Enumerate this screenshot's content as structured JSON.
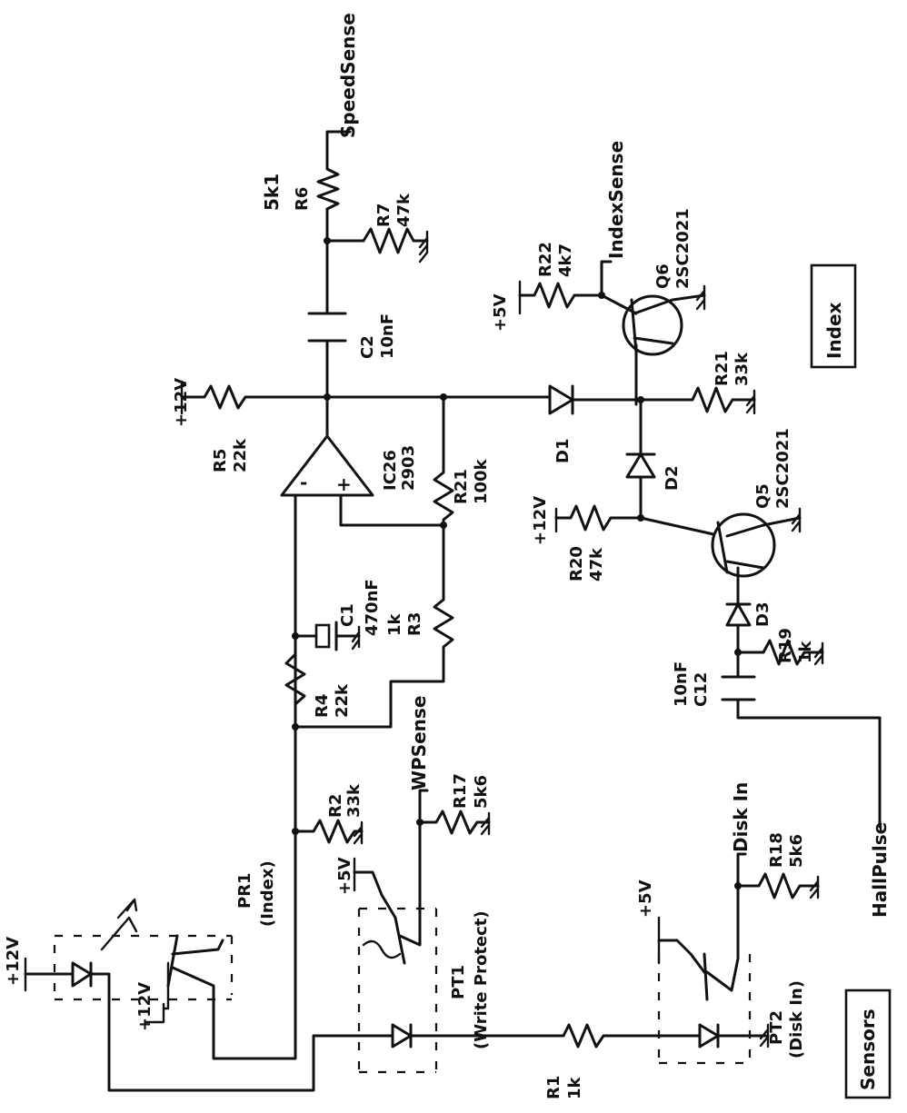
{
  "signals": {
    "speed_sense": "SpeedSense",
    "index_sense": "IndexSense",
    "wp_sense": "WPSense",
    "disk_in": "Disk In",
    "hall_pulse": "HallPulse"
  },
  "boxes": {
    "index": "Index",
    "sensors": "Sensors"
  },
  "power": {
    "v12": "+12V",
    "v5": "+5V"
  },
  "components": {
    "r6": {
      "name": "R6",
      "value": "5k1"
    },
    "r7": {
      "name": "R7",
      "value": "47k"
    },
    "c2": {
      "name": "C2",
      "value": "10nF"
    },
    "r5": {
      "name": "R5",
      "value": "22k"
    },
    "ic": {
      "name": "IC26",
      "value": "2903"
    },
    "r21a": {
      "name": "R21",
      "value": "100k"
    },
    "r3": {
      "name": "R3",
      "value": "1k"
    },
    "c1": {
      "name": "C1",
      "value": "470nF"
    },
    "r4": {
      "name": "R4",
      "value": "22k"
    },
    "r2": {
      "name": "R2",
      "value": "33k"
    },
    "r17": {
      "name": "R17",
      "value": "5k6"
    },
    "r22": {
      "name": "R22",
      "value": "4k7"
    },
    "q6": {
      "name": "Q6",
      "value": "2SC2021"
    },
    "r21b": {
      "name": "R21",
      "value": "33k"
    },
    "d1": {
      "name": "D1"
    },
    "d2": {
      "name": "D2"
    },
    "d3": {
      "name": "D3"
    },
    "r20": {
      "name": "R20",
      "value": "47k"
    },
    "q5": {
      "name": "Q5",
      "value": "2SC2021"
    },
    "r19": {
      "name": "R19",
      "value": "1k"
    },
    "c12": {
      "name": "C12",
      "value": "10nF"
    },
    "r18": {
      "name": "R18",
      "value": "5k6"
    },
    "r1": {
      "name": "R1",
      "value": "1k"
    },
    "pr1": {
      "name": "PR1",
      "note": "(Index)"
    },
    "pt1": {
      "name": "PT1",
      "note": "(Write Protect)"
    },
    "pt2": {
      "name": "PT2",
      "note": "(Disk In)"
    }
  },
  "opamp_pins": {
    "minus": "-",
    "plus": "+"
  }
}
